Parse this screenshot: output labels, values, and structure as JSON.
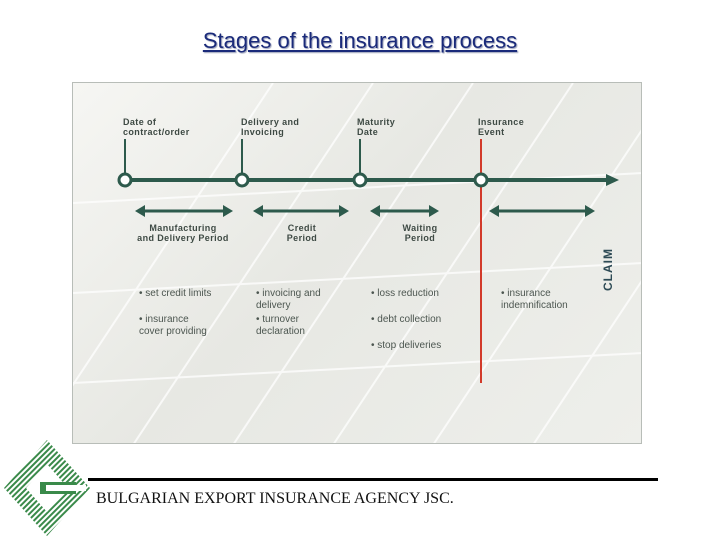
{
  "title": "Stages of the insurance process",
  "milestones": [
    {
      "label": "Date of\ncontract/order"
    },
    {
      "label": "Delivery and\nInvoicing"
    },
    {
      "label": "Maturity\nDate"
    },
    {
      "label": "Insurance\nEvent"
    }
  ],
  "periods": [
    {
      "label": "Manufacturing\nand Delivery Period"
    },
    {
      "label": "Credit\nPeriod"
    },
    {
      "label": "Waiting\nPeriod"
    }
  ],
  "bullets": {
    "stage1": [
      "• set credit limits",
      "• insurance\n  cover providing"
    ],
    "stage2": [
      "• invoicing and\n  delivery",
      "• turnover\n  declaration"
    ],
    "stage3": [
      "• loss reduction",
      "• debt collection",
      "• stop deliveries"
    ],
    "stage4": [
      "• insurance\n  indemnification"
    ]
  },
  "claim_label": "CLAIM",
  "footer": "BULGARIAN EXPORT INSURANCE AGENCY JSC.",
  "colors": {
    "timeline": "#2d5a4c",
    "event_line": "#d23a2a",
    "title": "#1a2a7a",
    "logo": "#3a8a4a"
  }
}
